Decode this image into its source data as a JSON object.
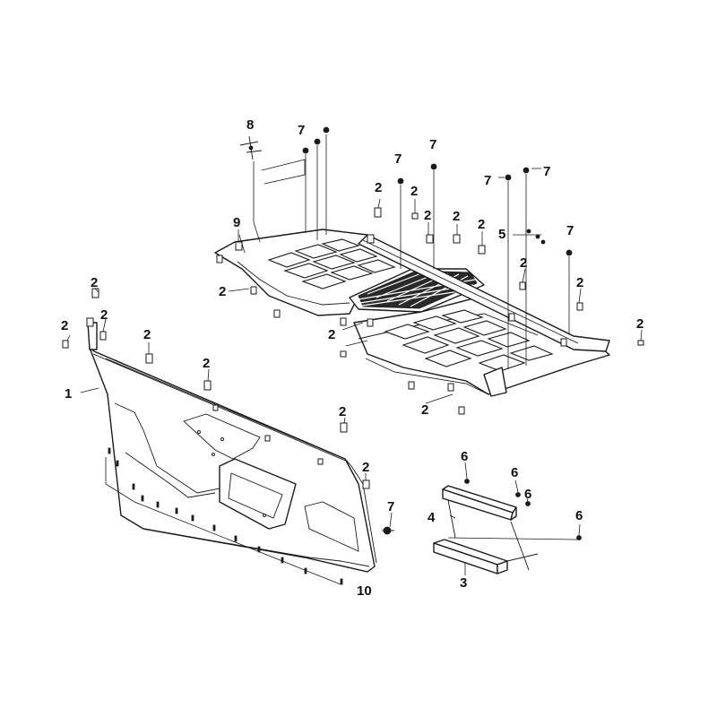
{
  "callouts": [
    {
      "id": "c1",
      "label": "1"
    },
    {
      "id": "c2a",
      "label": "2"
    },
    {
      "id": "c2b",
      "label": "2"
    },
    {
      "id": "c2c",
      "label": "2"
    },
    {
      "id": "c2d",
      "label": "2"
    },
    {
      "id": "c2e",
      "label": "2"
    },
    {
      "id": "c2f",
      "label": "2"
    },
    {
      "id": "c2g",
      "label": "2"
    },
    {
      "id": "c2h",
      "label": "2"
    },
    {
      "id": "c2i",
      "label": "2"
    },
    {
      "id": "c2j",
      "label": "2"
    },
    {
      "id": "c2k",
      "label": "2"
    },
    {
      "id": "c2l",
      "label": "2"
    },
    {
      "id": "c2m",
      "label": "2"
    },
    {
      "id": "c2n",
      "label": "2"
    },
    {
      "id": "c2o",
      "label": "2"
    },
    {
      "id": "c2p",
      "label": "2"
    },
    {
      "id": "c2q",
      "label": "2"
    },
    {
      "id": "c2r",
      "label": "2"
    },
    {
      "id": "c3",
      "label": "3"
    },
    {
      "id": "c4",
      "label": "4"
    },
    {
      "id": "c5",
      "label": "5"
    },
    {
      "id": "c6a",
      "label": "6"
    },
    {
      "id": "c6b",
      "label": "6"
    },
    {
      "id": "c6c",
      "label": "6"
    },
    {
      "id": "c6d",
      "label": "6"
    },
    {
      "id": "c7a",
      "label": "7"
    },
    {
      "id": "c7b",
      "label": "7"
    },
    {
      "id": "c7c",
      "label": "7"
    },
    {
      "id": "c7d",
      "label": "7"
    },
    {
      "id": "c7e",
      "label": "7"
    },
    {
      "id": "c7f",
      "label": "7"
    },
    {
      "id": "c7g",
      "label": "7"
    },
    {
      "id": "c8",
      "label": "8"
    },
    {
      "id": "c9",
      "label": "9"
    },
    {
      "id": "c10",
      "label": "10"
    }
  ]
}
